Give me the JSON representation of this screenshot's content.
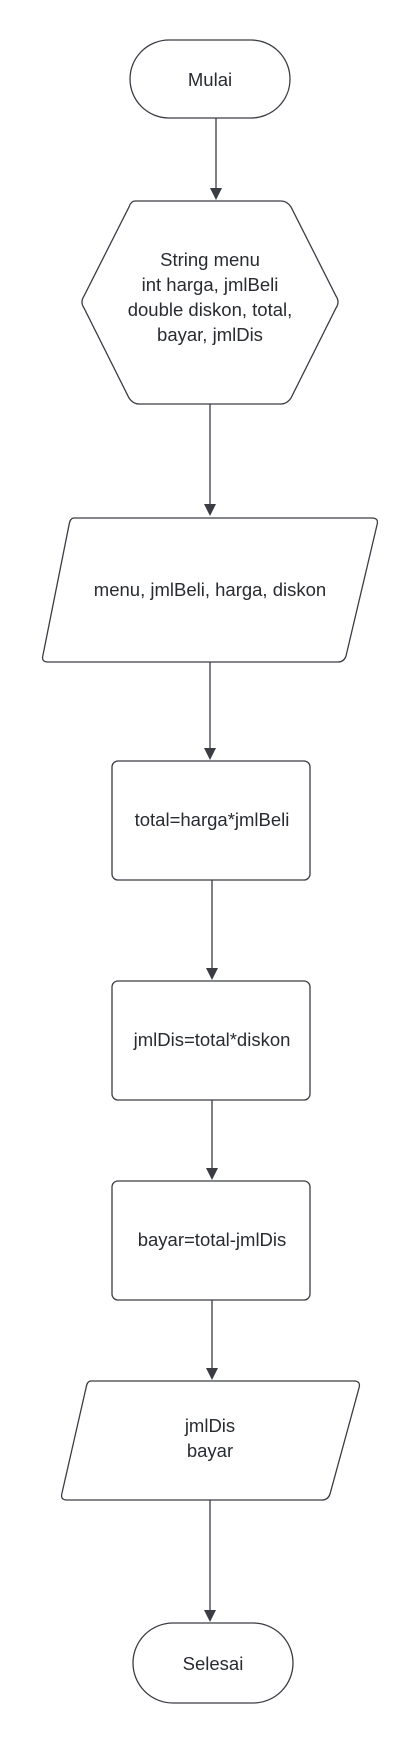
{
  "diagram": {
    "nodes": {
      "start": {
        "type": "terminator",
        "lines": [
          "Mulai"
        ]
      },
      "declare": {
        "type": "preparation",
        "lines": [
          "String menu",
          "int harga, jmlBeli",
          "double diskon, total,",
          "bayar, jmlDis"
        ]
      },
      "input": {
        "type": "data-io",
        "lines": [
          "menu, jmlBeli, harga, diskon"
        ]
      },
      "calc-total": {
        "type": "process",
        "lines": [
          "total=harga*jmlBeli"
        ]
      },
      "calc-discount": {
        "type": "process",
        "lines": [
          "jmlDis=total*diskon"
        ]
      },
      "calc-pay": {
        "type": "process",
        "lines": [
          "bayar=total-jmlDis"
        ]
      },
      "output": {
        "type": "data-io",
        "lines": [
          "jmlDis",
          "bayar"
        ]
      },
      "end": {
        "type": "terminator",
        "lines": [
          "Selesai"
        ]
      }
    },
    "edges": [
      {
        "from": "start",
        "to": "declare"
      },
      {
        "from": "declare",
        "to": "input"
      },
      {
        "from": "input",
        "to": "calc-total"
      },
      {
        "from": "calc-total",
        "to": "calc-discount"
      },
      {
        "from": "calc-discount",
        "to": "calc-pay"
      },
      {
        "from": "calc-pay",
        "to": "output"
      },
      {
        "from": "output",
        "to": "end"
      }
    ]
  }
}
